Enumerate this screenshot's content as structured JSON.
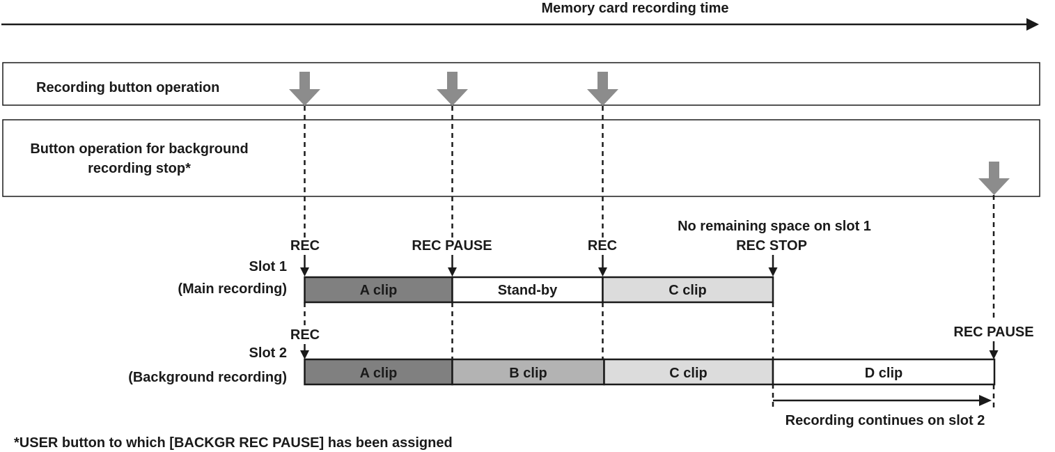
{
  "timeline": {
    "label": "Memory card recording time"
  },
  "rows": {
    "recording_button": "Recording button operation",
    "background_stop_line1": "Button operation for background",
    "background_stop_line2": "recording stop*"
  },
  "events": {
    "slot1_rec_1": "REC",
    "slot1_rec_pause": "REC PAUSE",
    "slot1_rec_2": "REC",
    "slot1_no_space": "No remaining space on slot 1",
    "slot1_rec_stop": "REC STOP",
    "slot2_rec": "REC",
    "slot2_rec_pause": "REC PAUSE"
  },
  "slots": {
    "slot1_name": "Slot 1",
    "slot1_desc": "(Main recording)",
    "slot2_name": "Slot 2",
    "slot2_desc": "(Background recording)"
  },
  "slot1_segments": [
    {
      "label": "A clip",
      "color": "#808080"
    },
    {
      "label": "Stand-by",
      "color": "#ffffff"
    },
    {
      "label": "C clip",
      "color": "#dcdcdc"
    }
  ],
  "slot2_segments": [
    {
      "label": "A clip",
      "color": "#808080"
    },
    {
      "label": "B clip",
      "color": "#b3b3b3"
    },
    {
      "label": "C clip",
      "color": "#dcdcdc"
    },
    {
      "label": "D clip",
      "color": "#ffffff"
    }
  ],
  "continuation": {
    "label": "Recording continues on slot 2"
  },
  "footnote": "*USER button to which [BACKGR REC PAUSE] has been assigned",
  "colors": {
    "operation_arrow": "#8c8c8c",
    "line": "#1a1a1a"
  }
}
